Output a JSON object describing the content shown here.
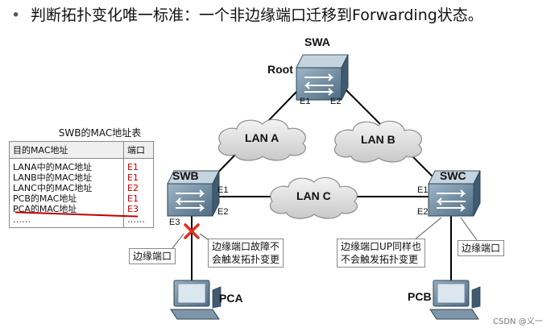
{
  "heading": {
    "bullet": "•",
    "text": "判断拓扑变化唯一标准：一个非边缘端口迁移到Forwarding状态。"
  },
  "devices": {
    "swa": {
      "name": "SWA",
      "role": "Root",
      "port1": "E1",
      "port2": "E2"
    },
    "swb": {
      "name": "SWB",
      "port1": "E1",
      "port2": "E2",
      "port3": "E3"
    },
    "swc": {
      "name": "SWC",
      "port1": "E1",
      "port2": "E2"
    },
    "pca": {
      "name": "PCA"
    },
    "pcb": {
      "name": "PCB"
    }
  },
  "lans": {
    "a": "LAN A",
    "b": "LAN B",
    "c": "LAN C"
  },
  "mac_table": {
    "title": "SWB的MAC地址表",
    "headers": [
      "目的MAC地址",
      "端口"
    ],
    "rows": [
      {
        "mac": "LANA中的MAC地址",
        "port": "E1"
      },
      {
        "mac": "LANB中的MAC地址",
        "port": "E1"
      },
      {
        "mac": "LANC中的MAC地址",
        "port": "E2"
      },
      {
        "mac": "PCB的MAC地址",
        "port": "E1"
      },
      {
        "mac": "PCA的MAC地址",
        "port": "E3"
      },
      {
        "mac": "……",
        "port": "……"
      }
    ]
  },
  "notes": {
    "edge_port_left": "边缘端口",
    "edge_fault": [
      "边缘端口故障不",
      "会触发拓扑变更"
    ],
    "edge_up": [
      "边缘端口UP同样也",
      "不会触发拓扑变更"
    ],
    "edge_port_right": "边缘端口"
  },
  "watermark": "CSDN @义一",
  "colors": {
    "fault_mark": "#e0301e",
    "table_port": "#c00000",
    "link": "#000000"
  },
  "icons": [
    "switch-icon",
    "cloud-icon",
    "pc-icon",
    "fault-x-icon"
  ]
}
